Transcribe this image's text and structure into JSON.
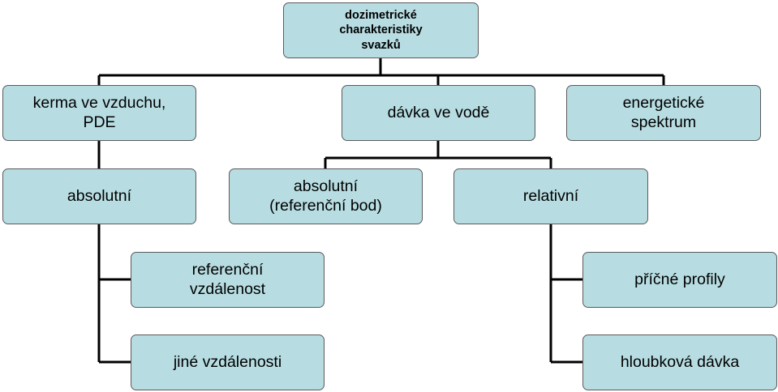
{
  "diagram": {
    "root": "dozimetrické\ncharakteristiky\nsvazků",
    "level1": {
      "kerma": "kerma ve vzduchu,\nPDE",
      "davka": "dávka ve vodě",
      "spektrum": "energetické\nspektrum"
    },
    "level2": {
      "absolutni_kerma": "absolutní",
      "absolutni_davka": "absolutní\n(referenční bod)",
      "relativni": "relativní"
    },
    "level3": {
      "referencni_vzdalenost": "referenční\nvzdálenost",
      "jine_vzdalenosti": "jiné vzdálenosti",
      "pricne_profily": "příčné profily",
      "hloubkova_davka": "hloubková dávka"
    }
  },
  "colors": {
    "node_fill": "#b7dde2",
    "node_border": "#5a5a5a",
    "connector": "#000000"
  }
}
